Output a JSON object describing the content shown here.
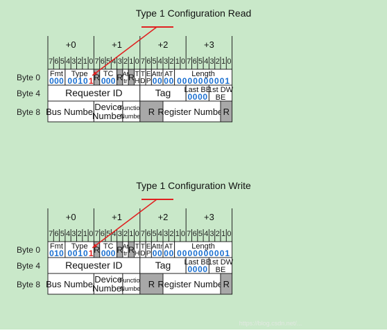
{
  "colors": {
    "background": "#c9e8c9",
    "line": "#222222",
    "blue": "#1a6fd0",
    "red": "#e02020",
    "reserved": "#a8a8a8",
    "cell": "#ffffff"
  },
  "bit_digits": [
    "7",
    "6",
    "5",
    "4",
    "3",
    "2",
    "1",
    "0"
  ],
  "byte_headers": [
    "+0",
    "+1",
    "+2",
    "+3"
  ],
  "row_labels": [
    "Byte 0",
    "Byte 4",
    "Byte 8"
  ],
  "field_labels": {
    "fmt": "Fmt",
    "type": "Type",
    "r": "R",
    "tc": "TC",
    "attr_top": "At",
    "attr_bottom": "tr",
    "th_top": "T",
    "th_bottom": "H",
    "td": "T",
    "ep": "E",
    "attr": "Attr",
    "d": "D",
    "p": "P",
    "at": "AT",
    "length": "Length",
    "requester_id": "Requester ID",
    "tag": "Tag",
    "last_be": "Last BE",
    "first_dw_top": "1st DW",
    "first_dw_bottom": "BE",
    "bus_number": "Bus Number",
    "device_top": "Device",
    "device_bottom": "Number",
    "function_top": "Function",
    "function_bottom": "Number",
    "register_number": "Register Number"
  },
  "common_values": {
    "type_bits": "0010",
    "type_last_bit": "1",
    "tc": "000",
    "attr": "00",
    "at": "00",
    "length": "0000000001",
    "last_be": "0000"
  },
  "panels": [
    {
      "title": "Type 1 Configuration Read",
      "fmt": "000"
    },
    {
      "title": "Type 1 Configuration Write",
      "fmt": "010"
    }
  ],
  "watermark": "https://blog.csdn.net/..."
}
